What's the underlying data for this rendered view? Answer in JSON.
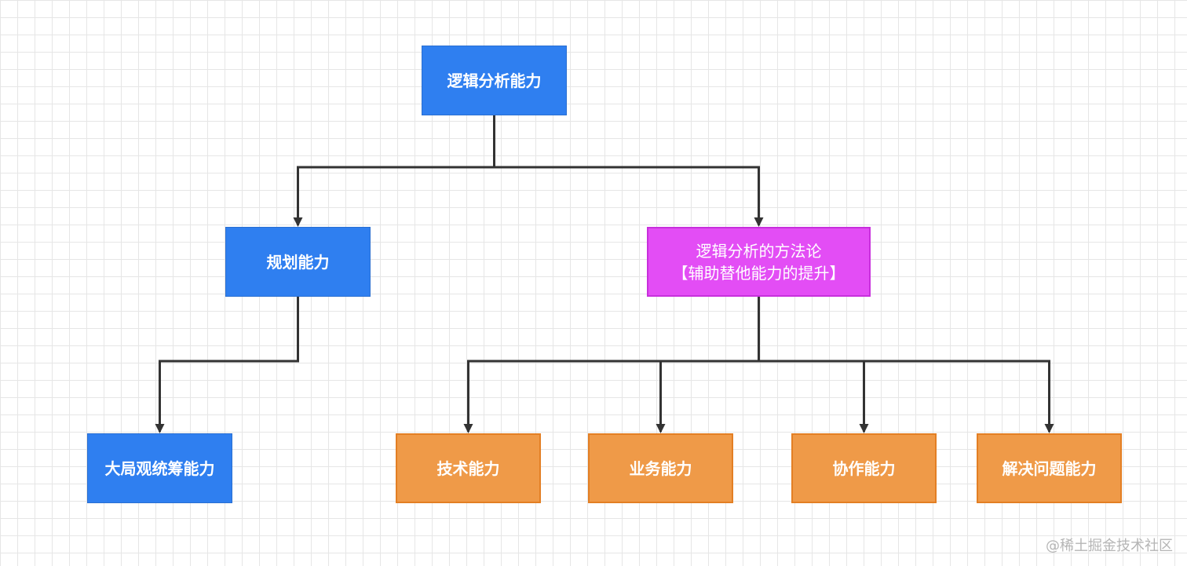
{
  "nodes": {
    "root": "逻辑分析能力",
    "planning": "规划能力",
    "methodology": "逻辑分析的方法论\n【辅助替他能力的提升】",
    "big_picture": "大局观统筹能力",
    "tech": "技术能力",
    "business": "业务能力",
    "collab": "协作能力",
    "problem_solving": "解决问题能力"
  },
  "edges": [
    [
      "root",
      "planning"
    ],
    [
      "root",
      "methodology"
    ],
    [
      "planning",
      "big_picture"
    ],
    [
      "methodology",
      "tech"
    ],
    [
      "methodology",
      "business"
    ],
    [
      "methodology",
      "collab"
    ],
    [
      "methodology",
      "problem_solving"
    ]
  ],
  "colors": {
    "primary": "#2f7ff0",
    "method": "#e34df5",
    "skill": "#ef9a48",
    "edge": "#333333"
  },
  "watermark": "@稀土掘金技术社区"
}
